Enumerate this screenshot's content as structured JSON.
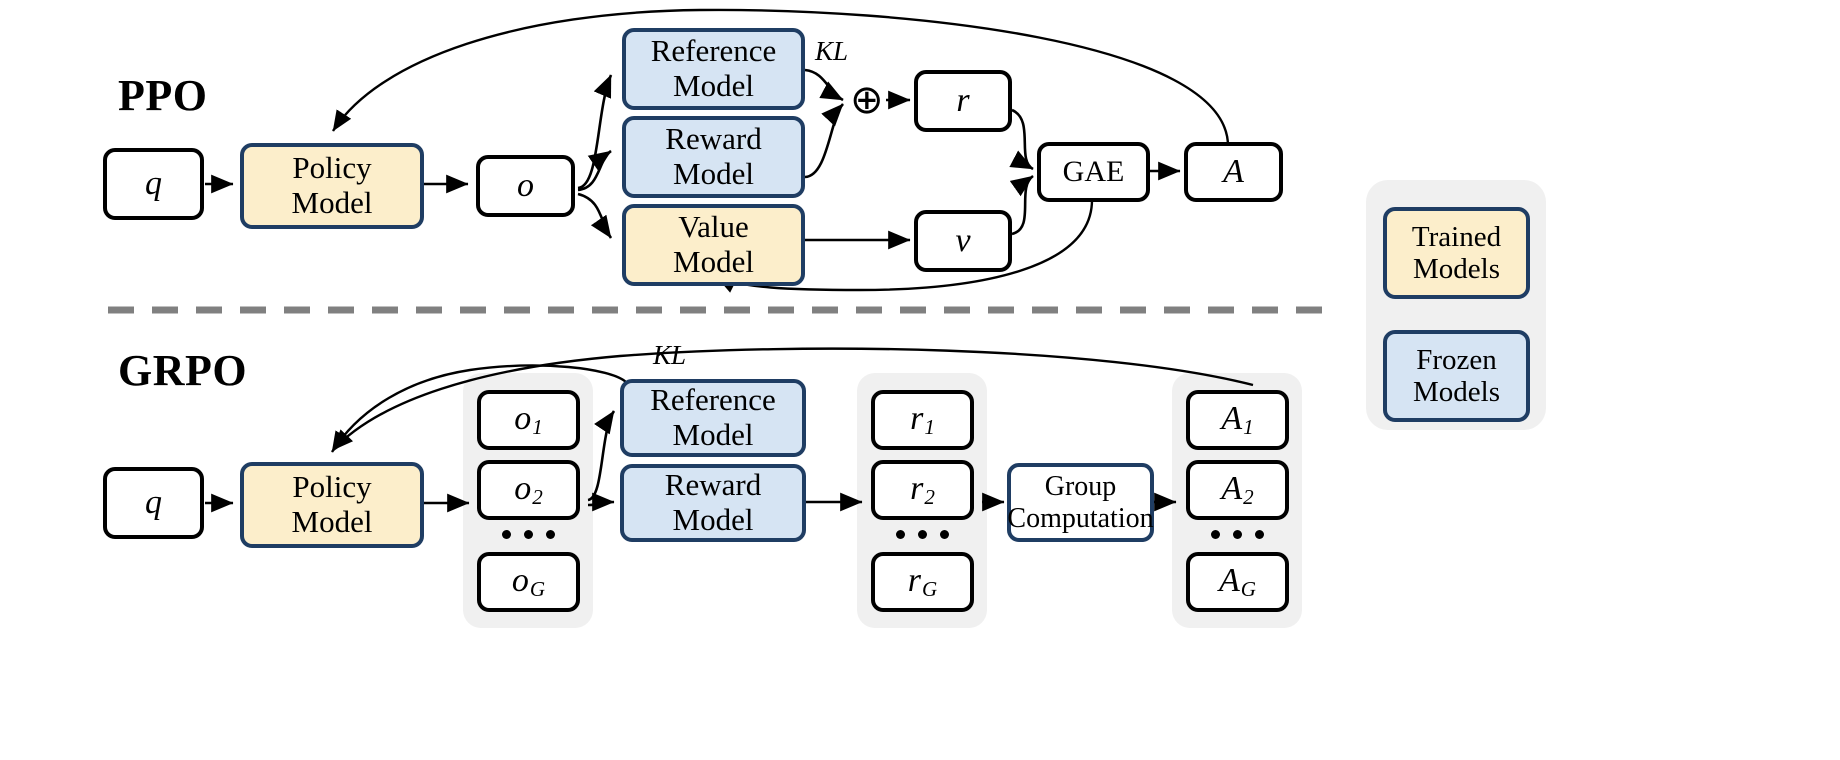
{
  "figure": {
    "title_ppo": "PPO",
    "title_grpo": "GRPO",
    "divider": "dashed-horizontal-divider"
  },
  "ppo": {
    "nodes": {
      "q": "q",
      "policy_model_line1": "Policy",
      "policy_model_line2": "Model",
      "o": "o",
      "reference_model_line1": "Reference",
      "reference_model_line2": "Model",
      "reward_model_line1": "Reward",
      "reward_model_line2": "Model",
      "value_model_line1": "Value",
      "value_model_line2": "Model",
      "r": "r",
      "v": "v",
      "gae": "GAE",
      "A": "A",
      "oplus": "⊕"
    },
    "edge_labels": {
      "kl": "KL"
    }
  },
  "grpo": {
    "nodes": {
      "q": "q",
      "policy_model_line1": "Policy",
      "policy_model_line2": "Model",
      "reference_model_line1": "Reference",
      "reference_model_line2": "Model",
      "reward_model_line1": "Reward",
      "reward_model_line2": "Model",
      "group_computation_line1": "Group",
      "group_computation_line2": "Computation"
    },
    "outputs": [
      {
        "base": "o",
        "sub": "1"
      },
      {
        "base": "o",
        "sub": "2"
      },
      {
        "base": "o",
        "sub": "G"
      }
    ],
    "rewards": [
      {
        "base": "r",
        "sub": "1"
      },
      {
        "base": "r",
        "sub": "2"
      },
      {
        "base": "r",
        "sub": "G"
      }
    ],
    "advantages": [
      {
        "base": "A",
        "sub": "1"
      },
      {
        "base": "A",
        "sub": "2"
      },
      {
        "base": "A",
        "sub": "G"
      }
    ],
    "edge_labels": {
      "kl": "KL"
    }
  },
  "legend": {
    "trained_line1": "Trained",
    "trained_line2": "Models",
    "frozen_line1": "Frozen",
    "frozen_line2": "Models"
  },
  "colors": {
    "trained_fill": "#fceecb",
    "frozen_fill": "#d6e4f3",
    "model_border": "#1f3d63",
    "plain_border": "#000000",
    "group_fill": "#f0f0f0",
    "divider": "#808080",
    "background": "#ffffff"
  }
}
